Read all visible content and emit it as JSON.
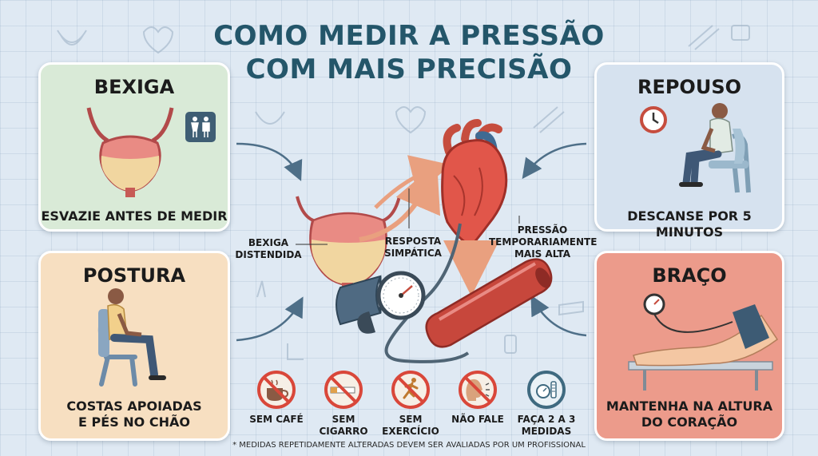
{
  "title_line1": "COMO MEDIR A PRESSÃO",
  "title_line2": "COM MAIS PRECISÃO",
  "cards": {
    "bexiga": {
      "title": "BEXIGA",
      "caption": "ESVAZIE ANTES DE MEDIR"
    },
    "repouso": {
      "title": "REPOUSO",
      "caption": "DESCANSE POR 5 MINUTOS"
    },
    "postura": {
      "title": "POSTURA",
      "caption_line1": "COSTAS APOIADAS",
      "caption_line2": "E PÉS NO CHÃO"
    },
    "braco": {
      "title": "BRAÇO",
      "caption_line1": "MANTENHA NA ALTURA",
      "caption_line2": "DO CORAÇÃO"
    }
  },
  "center": {
    "bexiga_line1": "BEXIGA",
    "bexiga_line2": "DISTENDIDA",
    "resposta_line1": "RESPOSTA",
    "resposta_line2": "SIMPÁTICA",
    "pressao_line1": "PRESSÃO",
    "pressao_line2": "TEMPORARIAMENTE",
    "pressao_line3": "MAIS ALTA"
  },
  "tips": [
    {
      "line1": "SEM CAFÉ",
      "line2": "",
      "icon": "coffee-cup-icon"
    },
    {
      "line1": "SEM",
      "line2": "CIGARRO",
      "icon": "cigarette-icon"
    },
    {
      "line1": "SEM",
      "line2": "EXERCÍCIO",
      "icon": "running-person-icon"
    },
    {
      "line1": "NÃO FALE",
      "line2": "",
      "icon": "speaking-head-icon"
    },
    {
      "line1": "FAÇA 2 A 3",
      "line2": "MEDIDAS",
      "icon": "blood-pressure-monitor-icon"
    }
  ],
  "footnote": "* MEDIDAS REPETIDAMENTE ALTERADAS DEVEM SER AVALIADAS POR UM PROFISSIONAL",
  "colors": {
    "title": "#24566a",
    "bexiga_card": "#d9ead7",
    "repouso_card": "#d6e2ef",
    "postura_card": "#f7dfc1",
    "braco_card": "#ec9b8b",
    "prohibition_red": "#d9473a"
  }
}
